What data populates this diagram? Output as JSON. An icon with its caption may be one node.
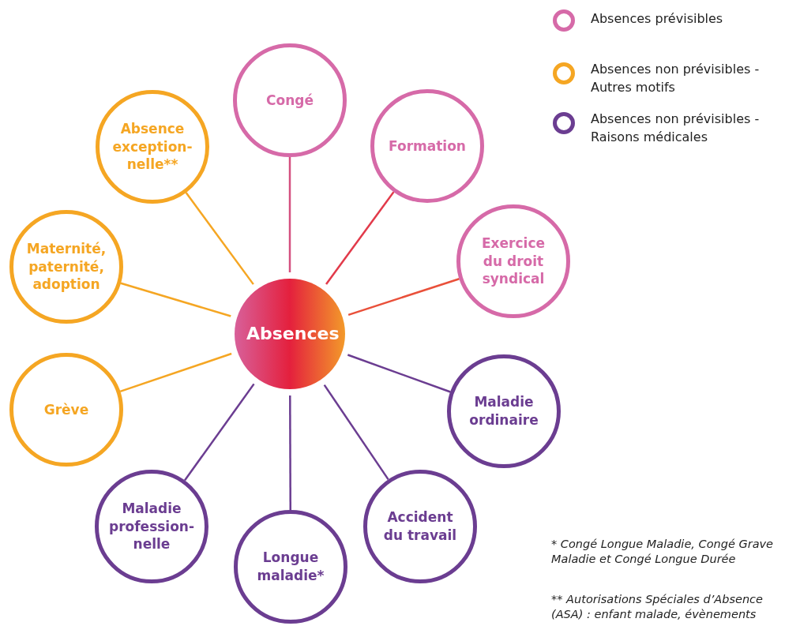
{
  "diagram": {
    "nodes": [
      {
        "text": [
          "Absences"
        ]
      },
      {
        "text": [
          "Congé"
        ]
      },
      {
        "text": [
          "Formation"
        ]
      },
      {
        "text": [
          "Exercice du droit syndical"
        ]
      },
      {
        "text": [
          "Maladie ordinaire"
        ]
      },
      {
        "text": [
          "Accident du travail"
        ]
      },
      {
        "text": [
          "Longue maladie*"
        ]
      },
      {
        "text": [
          "Maladie profession- nelle"
        ]
      },
      {
        "text": [
          "Grève"
        ]
      },
      {
        "text": [
          "Maternité, paternité, adoption"
        ]
      },
      {
        "text": [
          "Absence exception- nelle**"
        ]
      }
    ],
    "edges": [
      {
        "from": 0,
        "to": 1,
        "arrow": "none",
        "color": "#d4507f"
      },
      {
        "from": 0,
        "to": 2,
        "arrow": "none",
        "color": "#e23a4a"
      },
      {
        "from": 0,
        "to": 3,
        "arrow": "none",
        "color": "#e9503a"
      },
      {
        "from": 0,
        "to": 4,
        "arrow": "none"
      },
      {
        "from": 0,
        "to": 5,
        "arrow": "none"
      },
      {
        "from": 0,
        "to": 6,
        "arrow": "none"
      },
      {
        "from": 0,
        "to": 7,
        "arrow": "none"
      },
      {
        "from": 0,
        "to": 8,
        "arrow": "none",
        "color": "#f5a623"
      },
      {
        "from": 0,
        "to": 9,
        "arrow": "none",
        "color": "#f5a623"
      },
      {
        "from": 0,
        "to": 10,
        "arrow": "none",
        "color": "#f5a623"
      }
    ],
    "labels": [
      "* Congé Longue Maladie, Congé Grave Maladie et Congé Longue Durée",
      "** Autorisations Spéciales d’Absence (ASA) : enfant malade, évènements"
    ],
    "legend": [
      {
        "text": "Absences prévisibles",
        "color": "#d66aa8"
      },
      {
        "text": "Absences non prévisibles - Autres motifs",
        "color": "#f5a623"
      },
      {
        "text": "Absences non prévisibles - Raisons médicales",
        "color": "#6b3d91"
      }
    ]
  }
}
